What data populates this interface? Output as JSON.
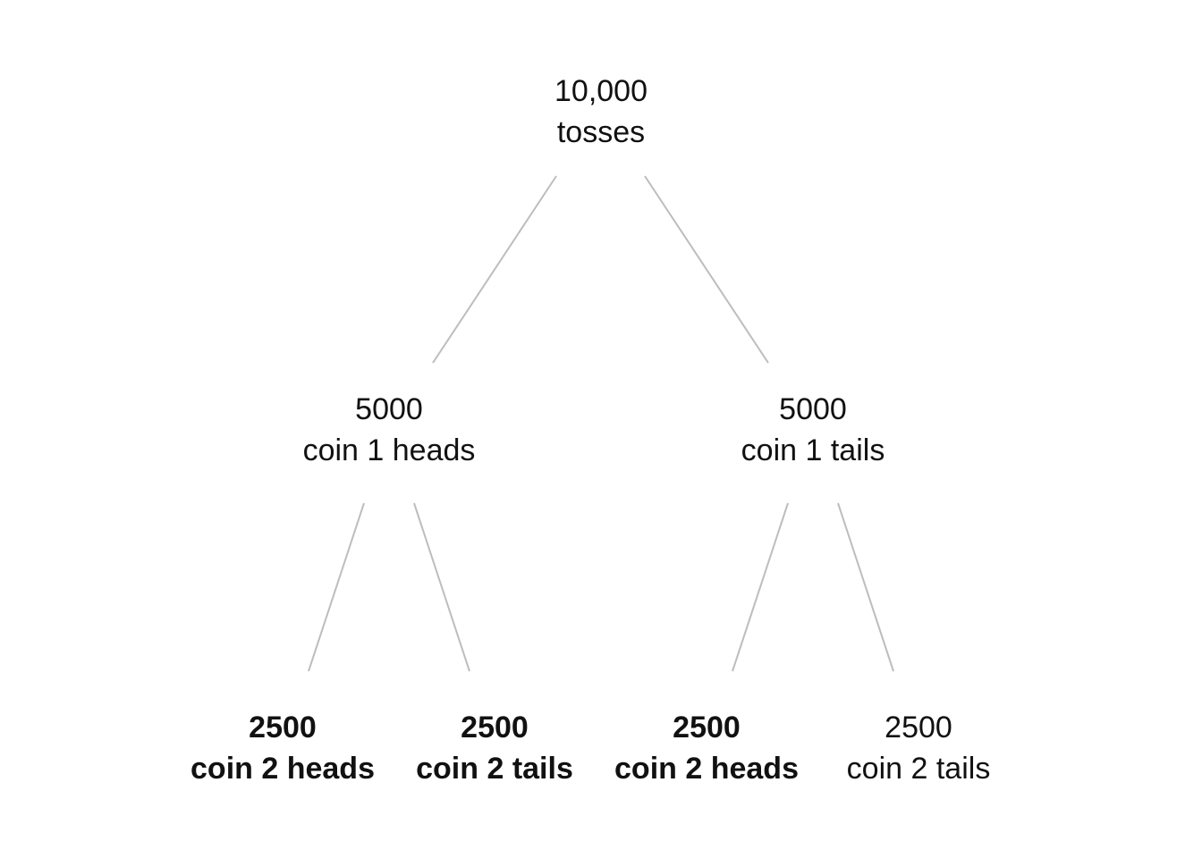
{
  "tree": {
    "root": {
      "count": "10,000",
      "label": "tosses",
      "bold": false
    },
    "level1": [
      {
        "count": "5000",
        "label": "coin 1 heads",
        "bold": false
      },
      {
        "count": "5000",
        "label": "coin 1 tails",
        "bold": false
      }
    ],
    "level2": [
      {
        "count": "2500",
        "label": "coin 2 heads",
        "bold": true
      },
      {
        "count": "2500",
        "label": "coin 2 tails",
        "bold": true
      },
      {
        "count": "2500",
        "label": "coin 2 heads",
        "bold": true
      },
      {
        "count": "2500",
        "label": "coin 2 tails",
        "bold": false
      }
    ]
  },
  "colors": {
    "edge": "#bdbdbd",
    "text": "#111111"
  }
}
